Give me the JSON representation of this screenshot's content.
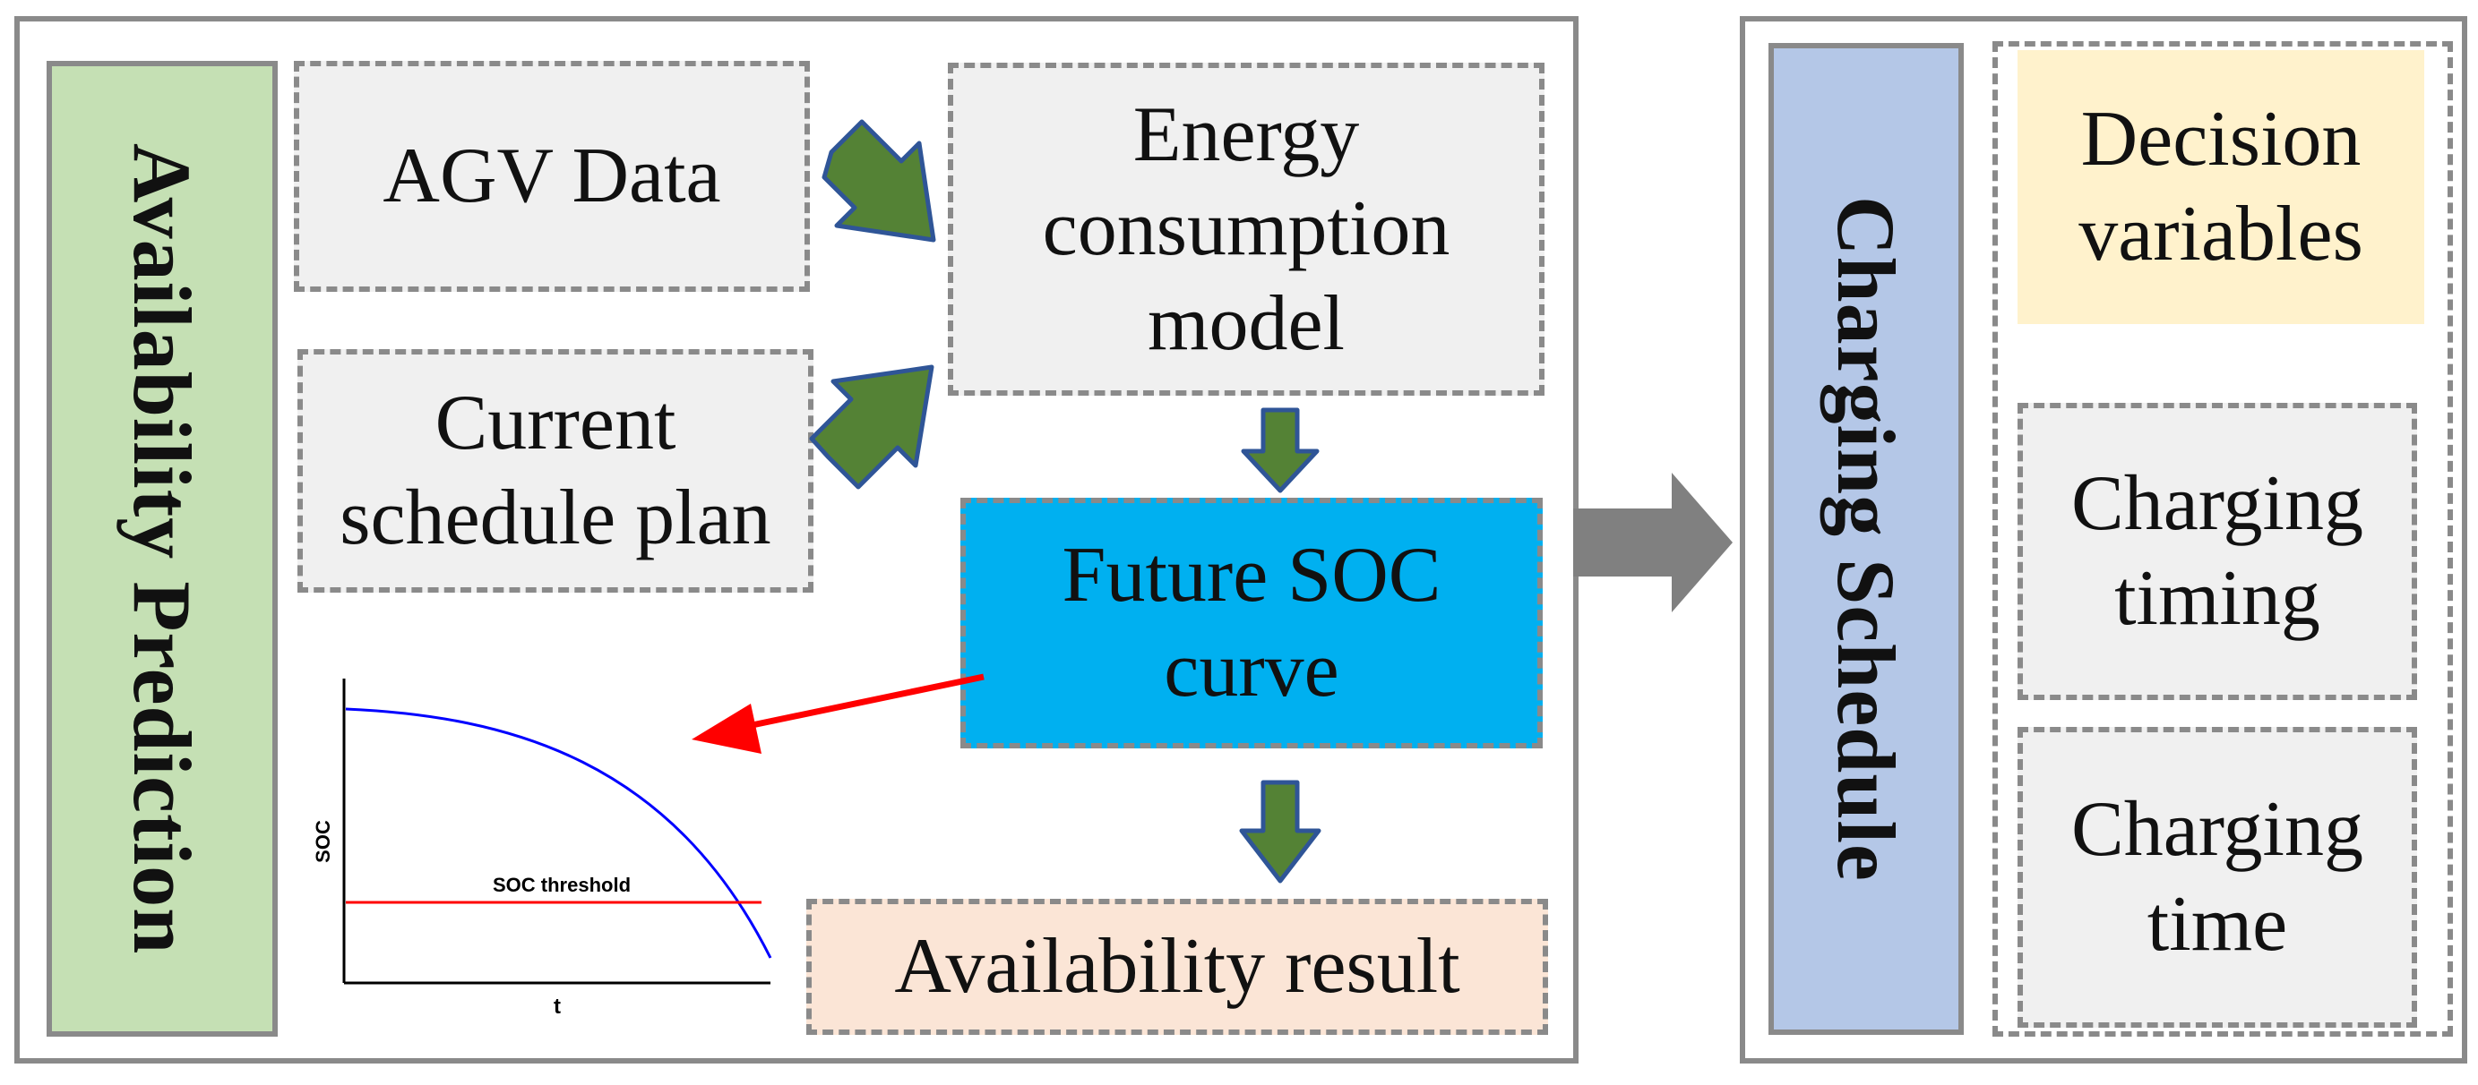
{
  "left_panel": {
    "title": "Availability Prediction",
    "agv_data": "AGV Data",
    "current_schedule": "Current schedule plan",
    "energy_model": "Energy consumption model",
    "future_soc": "Future SOC curve",
    "availability_result": "Availability result",
    "mini_chart": {
      "ylabel": "SOC",
      "xlabel": "t",
      "threshold_label": "SOC threshold"
    }
  },
  "right_panel": {
    "title": "Charging Schedule",
    "decision_variables": "Decision variables",
    "charging_timing": "Charging timing",
    "charging_time": "Charging time"
  },
  "colors": {
    "frame_border": "#8a8a8a",
    "box_fill": "#f0f0f0",
    "availability_bar": "#c5e0b4",
    "charging_bar": "#b4c7e7",
    "soc_box": "#00b0f0",
    "result_box": "#fbe5d6",
    "decision_box": "#fff2cc",
    "green_arrow": "#548235",
    "arrow_outline": "#2f5597",
    "red_arrow": "#ff0000",
    "gray_arrow": "#808080",
    "soc_curve": "#0000ff",
    "threshold_line": "#ff0000"
  },
  "arrow_icons": [
    "green-arrow-icon",
    "red-arrow-icon",
    "gray-arrow-icon"
  ]
}
